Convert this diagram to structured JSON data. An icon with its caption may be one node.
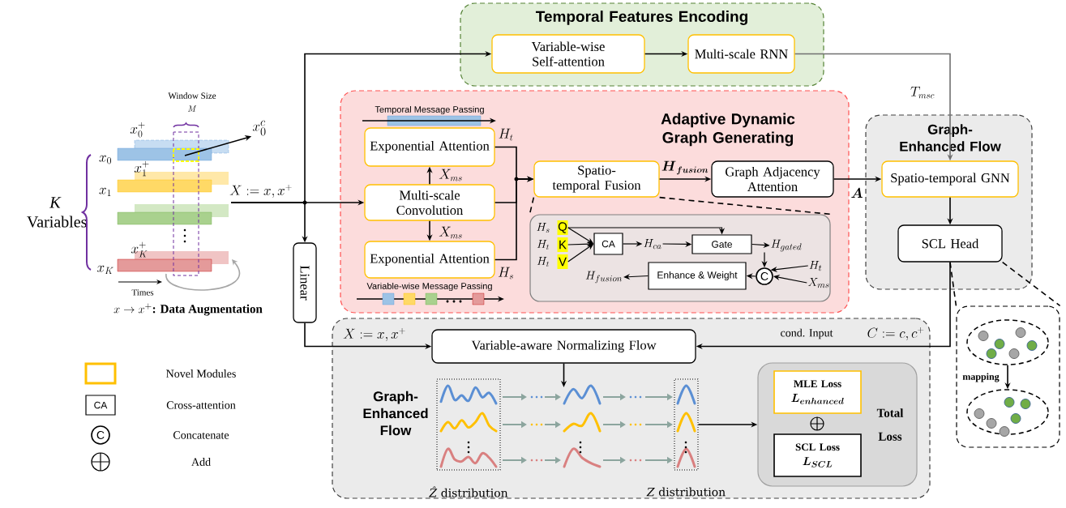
{
  "diagram": {
    "nodes": [
      {
        "text": [
          "Temporal Features Encoding"
        ]
      },
      {
        "text": [
          "Variable-wise Self-attention"
        ],
        "in": 0
      },
      {
        "text": [
          "Multi-scale RNN"
        ],
        "in": 0
      },
      {
        "text": [
          "Adaptive Dynamic Graph Generating"
        ]
      },
      {
        "text": [
          "Exponential Attention"
        ],
        "in": 3
      },
      {
        "text": [
          "Multi-scale Convolution"
        ],
        "in": 3
      },
      {
        "text": [
          "Exponential Attention"
        ],
        "in": 3
      },
      {
        "text": [
          "Spatio-temporal Fusion"
        ],
        "in": 3
      },
      {
        "text": [
          "Graph Adjacency Attention"
        ],
        "in": 3
      },
      {
        "text": [],
        "shape": "box",
        "in": 3
      },
      {
        "text": [
          "Q"
        ],
        "beside": [
          "H_{s}"
        ],
        "in": 9
      },
      {
        "text": [
          "K"
        ],
        "beside": [
          "H_{t}"
        ],
        "in": 9
      },
      {
        "text": [
          "V"
        ],
        "beside": [
          "H_{t}"
        ],
        "in": 9
      },
      {
        "text": [
          "CA"
        ],
        "in": 9
      },
      {
        "text": [
          "Gate"
        ],
        "in": 9
      },
      {
        "text": [
          "C"
        ],
        "in": 9
      },
      {
        "text": [
          "Enhance & Weight"
        ],
        "in": 9
      },
      {
        "text": [
          "H_{ca}"
        ],
        "in": 9
      },
      {
        "text": [
          "H_{gated}"
        ],
        "in": 9
      },
      {
        "text": [
          "H_{fusion}"
        ],
        "in": 9
      },
      {
        "text": [
          "H_{t}"
        ],
        "in": 9
      },
      {
        "text": [
          "X_{ms}"
        ],
        "in": 9
      },
      {
        "text": [
          "Graph-Enhanced Flow"
        ]
      },
      {
        "text": [
          "Spatio-temporal GNN"
        ],
        "in": 22
      },
      {
        "text": [
          "SCL Head"
        ],
        "in": 22
      },
      {
        "text": [],
        "shape": "box"
      },
      {
        "text": [],
        "shape": "ellipse",
        "in": 25
      },
      {
        "text": [],
        "shape": "ellipse",
        "in": 25
      },
      {
        "text": [
          "Graph-Enhanced Flow"
        ]
      },
      {
        "text": [
          "Variable-aware Normalizing Flow"
        ],
        "in": 28
      },
      {
        "text": [
          "Total Loss"
        ],
        "in": 28
      },
      {
        "text": [
          "MLE Loss",
          "\\boldsymbol{L}_{\\boldsymbol{enhanced}}"
        ],
        "in": 30
      },
      {
        "text": [
          "SCL Loss",
          "\\boldsymbol{L}_{\\boldsymbol{SCL}}"
        ],
        "in": 30
      },
      {
        "text": [
          "Linear"
        ]
      },
      {
        "text": [
          "x_{0}^{+}",
          "x_{1}^{+}",
          "x_{K}^{+}"
        ],
        "beside": [
          "x_{0}",
          "x_{1}",
          "x_{K}"
        ]
      },
      {
        "text": [
          "x_{0}^{c}"
        ]
      },
      {
        "text": [],
        "shape": "box",
        "beside": [
          "*Ẑ* distribution"
        ],
        "in": 28
      },
      {
        "text": [],
        "shape": "box",
        "beside": [
          "*Z* distribution"
        ],
        "in": 28
      }
    ],
    "edges": [
      {
        "from": 34,
        "to": 5,
        "arrow": "to",
        "label": "X := x, x^{+}"
      },
      {
        "from": 34,
        "to": 1,
        "arrow": "to"
      },
      {
        "from": 34,
        "to": 33,
        "arrow": "to"
      },
      {
        "from": 33,
        "to": 29,
        "arrow": "to",
        "label": "X := x, x^{+}"
      },
      {
        "from": 5,
        "to": 4,
        "arrow": "to",
        "label": "X_{ms}"
      },
      {
        "from": 5,
        "to": 6,
        "arrow": "to",
        "label": "X_{ms}"
      },
      {
        "from": 4,
        "to": 7,
        "arrow": "to",
        "label": "H_{t}"
      },
      {
        "from": 5,
        "to": 7,
        "arrow": "to"
      },
      {
        "from": 6,
        "to": 7,
        "arrow": "to",
        "label": "H_{s}"
      },
      {
        "from": 7,
        "to": 8,
        "arrow": "to",
        "label": "\\boldsymbol{H}_{\\boldsymbol{fusion}}"
      },
      {
        "from": 8,
        "to": 23,
        "arrow": "to",
        "label": "\\boldsymbol{A}"
      },
      {
        "from": 1,
        "to": 2,
        "arrow": "to"
      },
      {
        "from": 2,
        "to": 23,
        "arrow": "to",
        "label": "T_{msc}",
        "color": "#707070"
      },
      {
        "from": 23,
        "to": 24,
        "arrow": "to"
      },
      {
        "from": 24,
        "to": 29,
        "arrow": "to",
        "label": "C := c, c^{+}"
      },
      {
        "from": 29,
        "to": null,
        "arrow": "to"
      },
      {
        "from": 37,
        "to": 30,
        "arrow": "to"
      },
      {
        "from": 7,
        "to": 9,
        "arrow": "none",
        "style": "dashed"
      },
      {
        "from": 7,
        "to": 9,
        "arrow": "none",
        "style": "dashed"
      },
      {
        "from": 24,
        "to": 25,
        "arrow": "none",
        "style": "dashed"
      },
      {
        "from": 24,
        "to": 25,
        "arrow": "none",
        "style": "dashed"
      },
      {
        "from": 10,
        "to": 13,
        "arrow": "to"
      },
      {
        "from": 11,
        "to": 13,
        "arrow": "to"
      },
      {
        "from": 12,
        "to": 13,
        "arrow": "to"
      },
      {
        "from": 10,
        "to": 14,
        "arrow": "to"
      },
      {
        "from": 13,
        "to": 17,
        "arrow": "to"
      },
      {
        "from": 17,
        "to": 14,
        "arrow": "to"
      },
      {
        "from": 14,
        "to": 18,
        "arrow": "to"
      },
      {
        "from": 18,
        "to": 15,
        "arrow": "to"
      },
      {
        "from": 20,
        "to": 15,
        "arrow": "to"
      },
      {
        "from": 21,
        "to": 15,
        "arrow": "to"
      },
      {
        "from": 15,
        "to": 16,
        "arrow": "to"
      },
      {
        "from": 16,
        "to": 19,
        "arrow": "to"
      },
      {
        "from": 34,
        "to": 35,
        "arrow": "to"
      },
      {
        "from": 26,
        "to": 27,
        "arrow": "to",
        "label": "mapping"
      }
    ],
    "labels": [
      "Window Size",
      "M",
      "*K* Variables",
      "Times",
      "x \\rightarrow x^{+}\\textbf{: Data Augmentation}",
      "Temporal Message Passing",
      "Variable-wise Message Passing",
      "cond.  Input",
      "CA",
      "C"
    ],
    "legend": [
      {
        "text": "Novel Modules",
        "color": "#ffc000"
      },
      {
        "text": "Cross-attention"
      },
      {
        "text": "Concatenate"
      },
      {
        "text": "Add"
      }
    ]
  }
}
